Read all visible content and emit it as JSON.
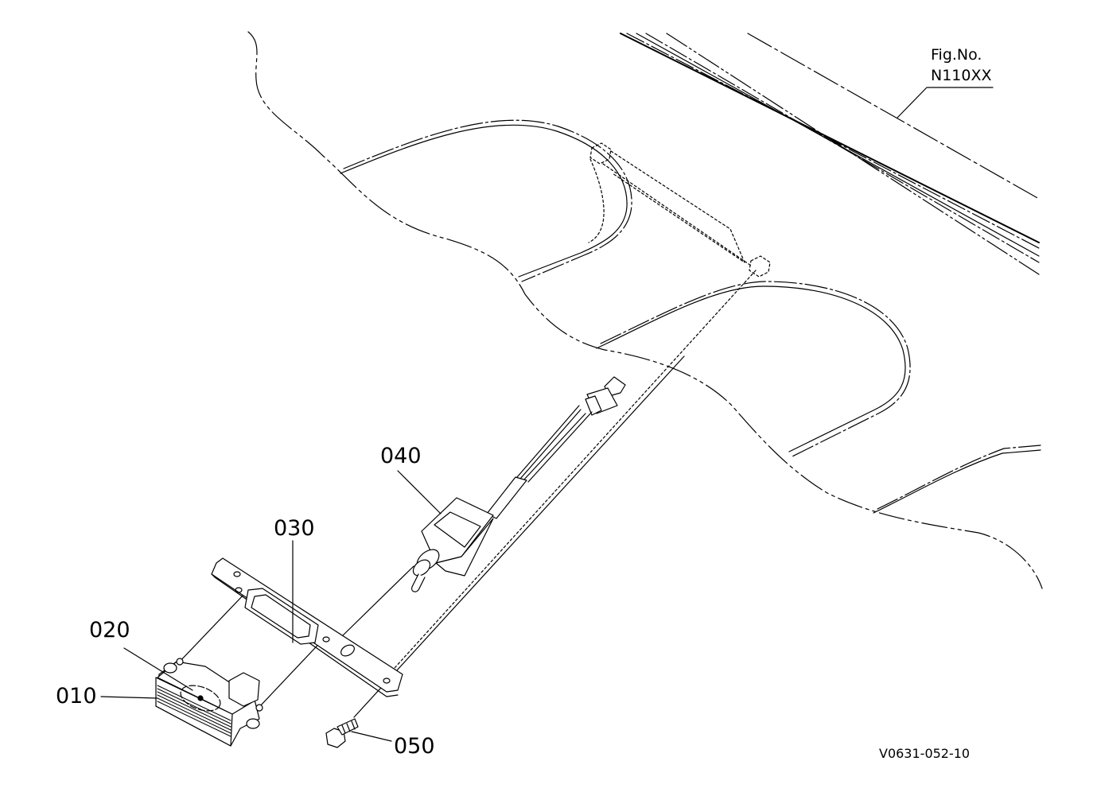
{
  "figure": {
    "fig_label": "Fig.No.",
    "fig_number": "N110XX",
    "drawing_code": "V0631-052-10"
  },
  "parts": [
    {
      "id": "010"
    },
    {
      "id": "020"
    },
    {
      "id": "030"
    },
    {
      "id": "040"
    },
    {
      "id": "050"
    }
  ],
  "colors": {
    "line": "#000000",
    "background": "#ffffff"
  }
}
